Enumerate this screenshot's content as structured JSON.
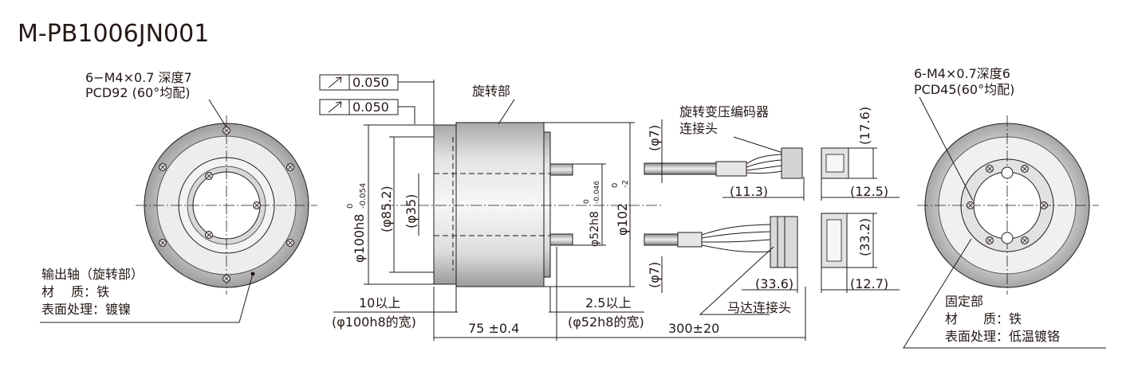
{
  "title": "M-PB1006JN001",
  "front_view": {
    "callout_line1": "6−M4×0.7 深度7",
    "callout_line2": "PCD92 (60°均配)",
    "note_line1": "输出轴（旋转部）",
    "note_line2": "材　 质：铁",
    "note_line3": "表面处理：镀镍"
  },
  "side_view": {
    "tolerance_value": "0.050",
    "rotating_part": "旋转部",
    "dia_100h8": "φ100h8",
    "dia_100h8_tol_upper": "0",
    "dia_100h8_tol_lower": "-0.054",
    "dia_85_2": "(φ85.2)",
    "dia_35": "(φ35)",
    "dia_52h8": "φ52h8",
    "dia_52h8_tol_upper": "0",
    "dia_52h8_tol_lower": "-0.046",
    "dia_102": "φ102",
    "dia_102_tol_upper": "0",
    "dia_102_tol_lower": "-2",
    "min10_line1": "10以上",
    "min10_line2": "(φ100h8的宽)",
    "min2_5_line1": "2.5以上",
    "min2_5_line2": "(φ52h8的宽)",
    "length": "75 ±0.4",
    "cable_length": "300±20"
  },
  "connectors": {
    "resolver_line1": "旋转变压编码器",
    "resolver_line2": "连接头",
    "dia_7_top": "(φ7)",
    "dia_7_bottom": "(φ7)",
    "dim_11_3": "(11.3)",
    "dim_12_5": "(12.5)",
    "dim_17_6": "(17.6)",
    "dim_33_6": "(33.6)",
    "dim_12_7": "(12.7)",
    "dim_33_2": "(33.2)",
    "motor_connector": "马达连接头"
  },
  "back_view": {
    "callout_line1": "6-M4×0.7深度6",
    "callout_line2": "PCD45(60°均配)",
    "note_line1": "固定部",
    "note_line2": "材　　质：铁",
    "note_line3": "表面处理：低温镀铬"
  }
}
